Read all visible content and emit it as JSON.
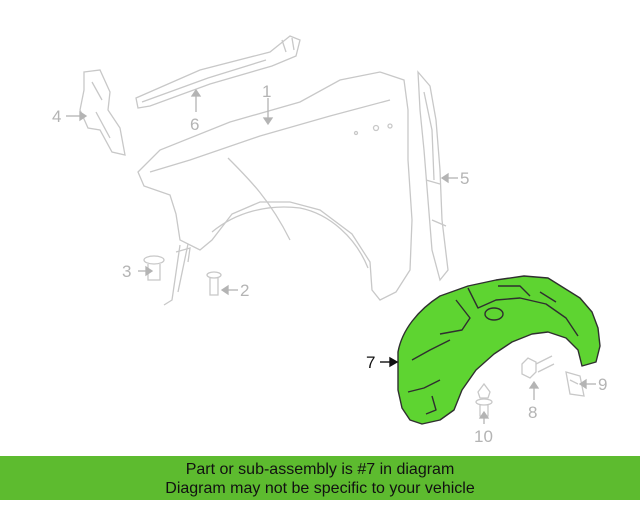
{
  "callouts": {
    "c1": "1",
    "c2": "2",
    "c3": "3",
    "c4": "4",
    "c5": "5",
    "c6": "6",
    "c7": "7",
    "c8": "8",
    "c9": "9",
    "c10": "10"
  },
  "highlight_part": "7",
  "colors": {
    "highlight_fill": "#5ed431",
    "outline_gray": "#c8c8c8",
    "banner_bg": "#5dbb2f"
  },
  "banner": {
    "line1": "Part or sub-assembly is #7 in diagram",
    "line2": "Diagram may not be specific to your vehicle"
  }
}
